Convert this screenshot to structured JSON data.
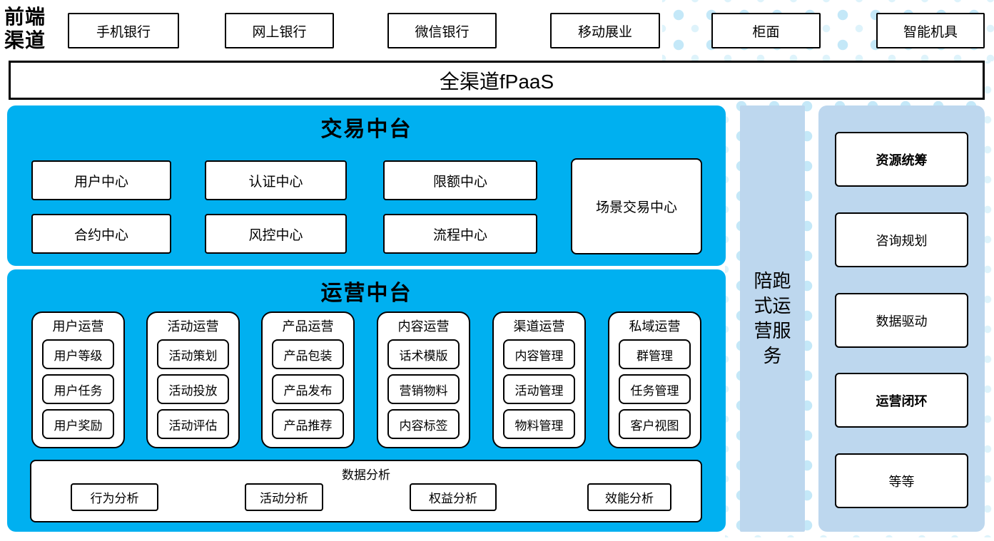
{
  "front_channel_label": "前端渠道",
  "channels": [
    {
      "label": "手机银行"
    },
    {
      "label": "网上银行"
    },
    {
      "label": "微信银行"
    },
    {
      "label": "移动展业"
    },
    {
      "label": "柜面"
    },
    {
      "label": "智能机具"
    }
  ],
  "fpaas": {
    "label": "全渠道fPaaS"
  },
  "trade_platform": {
    "title": "交易中台",
    "centers": [
      "用户中心",
      "认证中心",
      "限额中心",
      "合约中心",
      "风控中心",
      "流程中心"
    ],
    "scene_center": "场景交易中心"
  },
  "ops_platform": {
    "title": "运营中台",
    "columns": [
      {
        "title": "用户运营",
        "items": [
          "用户等级",
          "用户任务",
          "用户奖励"
        ]
      },
      {
        "title": "活动运营",
        "items": [
          "活动策划",
          "活动投放",
          "活动评估"
        ]
      },
      {
        "title": "产品运营",
        "items": [
          "产品包装",
          "产品发布",
          "产品推荐"
        ]
      },
      {
        "title": "内容运营",
        "items": [
          "话术模版",
          "营销物料",
          "内容标签"
        ]
      },
      {
        "title": "渠道运营",
        "items": [
          "内容管理",
          "活动管理",
          "物料管理"
        ]
      },
      {
        "title": "私域运营",
        "items": [
          "群管理",
          "任务管理",
          "客户视图"
        ]
      }
    ],
    "data_analysis": {
      "title": "数据分析",
      "items": [
        "行为分析",
        "活动分析",
        "权益分析",
        "效能分析"
      ]
    }
  },
  "side_service": {
    "label": "陪跑式运营服务"
  },
  "right_panel": {
    "items": [
      "资源统筹",
      "咨询规划",
      "数据驱动",
      "运营闭环",
      "等等"
    ]
  },
  "colors": {
    "primary_blue": "#00B0F0",
    "light_blue": "#BDD7EE",
    "dot_blue": "#C4E8F8",
    "box_border": "#000000"
  }
}
